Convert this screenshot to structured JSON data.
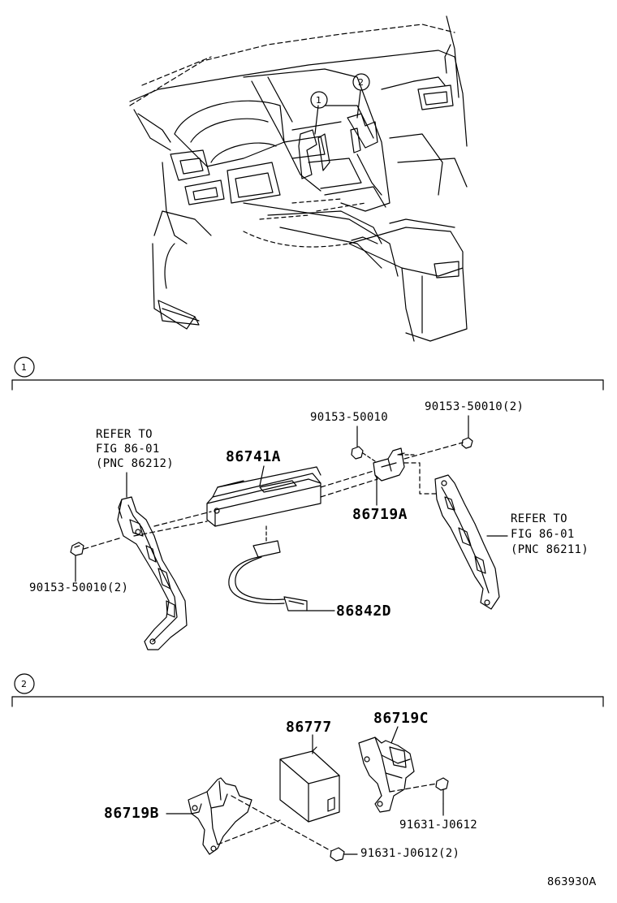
{
  "overview": {
    "callouts": [
      "1",
      "2"
    ]
  },
  "section1": {
    "number": "1",
    "refer_left": [
      "REFER TO",
      "FIG 86-01",
      "(PNC 86212)"
    ],
    "refer_right": [
      "REFER TO",
      "FIG 86-01",
      "(PNC 86211)"
    ],
    "parts": {
      "p86741A": "86741A",
      "p86719A": "86719A",
      "p86842D": "86842D",
      "screw_mid": "90153-50010",
      "screw_top_right": "90153-50010(2)",
      "screw_left": "90153-50010(2)"
    }
  },
  "section2": {
    "number": "2",
    "parts": {
      "p86777": "86777",
      "p86719C": "86719C",
      "p86719B": "86719B",
      "bolt_right": "91631-J0612",
      "bolt_bottom": "91631-J0612(2)"
    }
  },
  "figure_id": "863930A"
}
